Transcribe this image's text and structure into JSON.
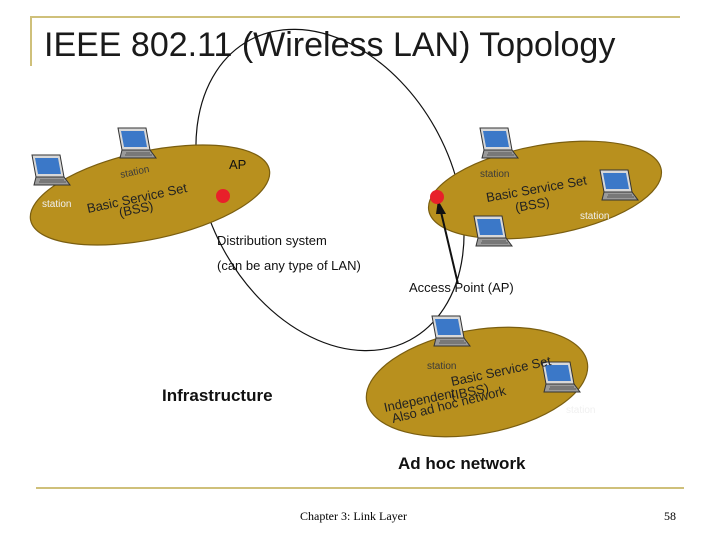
{
  "slide": {
    "title": "IEEE 802.11 (Wireless LAN) Topology",
    "footer": "Chapter 3: Link Layer",
    "page_number": "58"
  },
  "diagram": {
    "ap_label": "AP",
    "distribution_line1": "Distribution system",
    "distribution_line2": "(can be any type of LAN)",
    "access_point_label": "Access Point (AP)",
    "infrastructure_label": "Infrastructure",
    "adhoc_network_label": "Ad hoc network",
    "station_label": "station",
    "bss_left": {
      "line1": "Basic Service Set",
      "line2": "(BSS)"
    },
    "bss_right": {
      "line1": "Basic Service Set",
      "line2": "(BSS)"
    },
    "ibss": {
      "line1": "Basic Service Set",
      "line2": "(IBSS)",
      "word_independent": "Independent",
      "line3": "Also ad hoc network"
    },
    "colors": {
      "cell_fill": "#b8901e",
      "cell_stroke": "#7a5e10",
      "ap_dot": "#e8202a",
      "screen": "#3b78c8",
      "laptop_body": "#9a9a9a",
      "rule": "#cfc07a"
    }
  }
}
